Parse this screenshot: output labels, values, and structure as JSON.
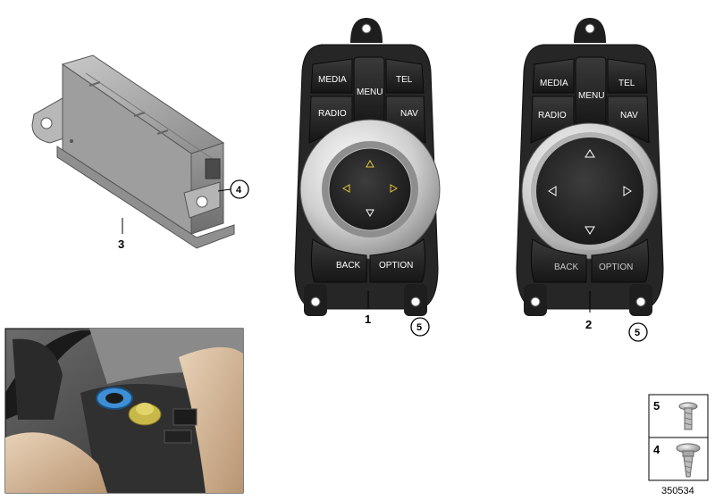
{
  "controller_buttons": {
    "media": "MEDIA",
    "menu": "MENU",
    "tel": "TEL",
    "radio": "RADIO",
    "nav": "NAV",
    "back": "BACK",
    "option": "OPTION"
  },
  "callouts": {
    "part_1": "1",
    "part_2": "2",
    "part_3": "3",
    "part_4": "4",
    "part_5": "5"
  },
  "legend": {
    "item_5": "5",
    "item_4": "4"
  },
  "doc_number": "350534",
  "icons": [
    "controller-module-box",
    "idrive-controller",
    "touch-controller",
    "screw-icon",
    "car-interior-photo"
  ],
  "colors": {
    "button_black": "#1f1f1f",
    "housing": "#2a2a2a",
    "chrome": "#d8d8d8",
    "module_grey": "#a9a9a9"
  }
}
